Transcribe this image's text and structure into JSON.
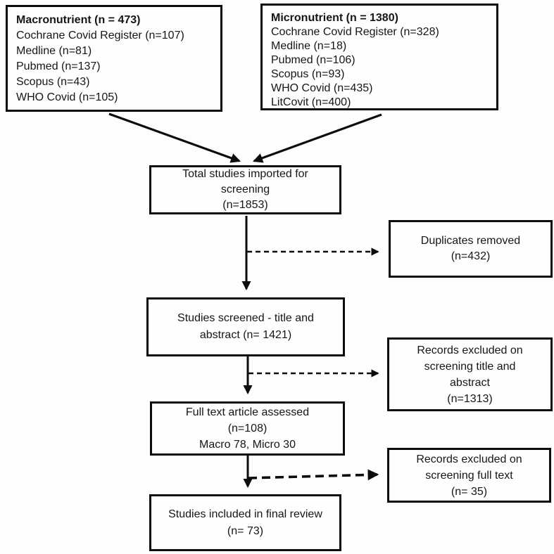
{
  "page": {
    "background_color": "#fdfdfd",
    "box_border_color": "#0c0c0c",
    "text_color": "#161616",
    "arrow_color": "#0c0c0c"
  },
  "flow": {
    "macro": {
      "title": "Macronutrient (n = 473)",
      "items": [
        "Cochrane Covid Register (n=107)",
        "Medline (n=81)",
        "Pubmed (n=137)",
        "Scopus (n=43)",
        "WHO Covid (n=105)"
      ]
    },
    "micro": {
      "title": "Micronutrient (n = 1380)",
      "items": [
        "Cochrane Covid Register (n=328)",
        "Medline (n=18)",
        "Pubmed (n=106)",
        "Scopus (n=93)",
        "WHO Covid (n=435)",
        "LitCovit (n=400)"
      ]
    },
    "total": {
      "lines": [
        "Total studies imported for",
        "screening",
        "(n=1853)"
      ]
    },
    "duplicates": {
      "lines": [
        "Duplicates removed",
        "(n=432)"
      ]
    },
    "screened": {
      "lines": [
        "Studies screened - title and",
        "abstract (n= 1421)"
      ]
    },
    "excluded_title_abstract": {
      "lines": [
        "Records excluded on",
        "screening title and",
        "abstract",
        "(n=1313)"
      ]
    },
    "fulltext": {
      "lines": [
        "Full text article assessed",
        "(n=108)",
        "Macro 78, Micro 30"
      ]
    },
    "excluded_fulltext": {
      "lines": [
        "Records excluded on",
        "screening full text",
        "(n= 35)"
      ]
    },
    "final": {
      "lines": [
        "Studies included in final review",
        "(n= 73)"
      ]
    }
  }
}
